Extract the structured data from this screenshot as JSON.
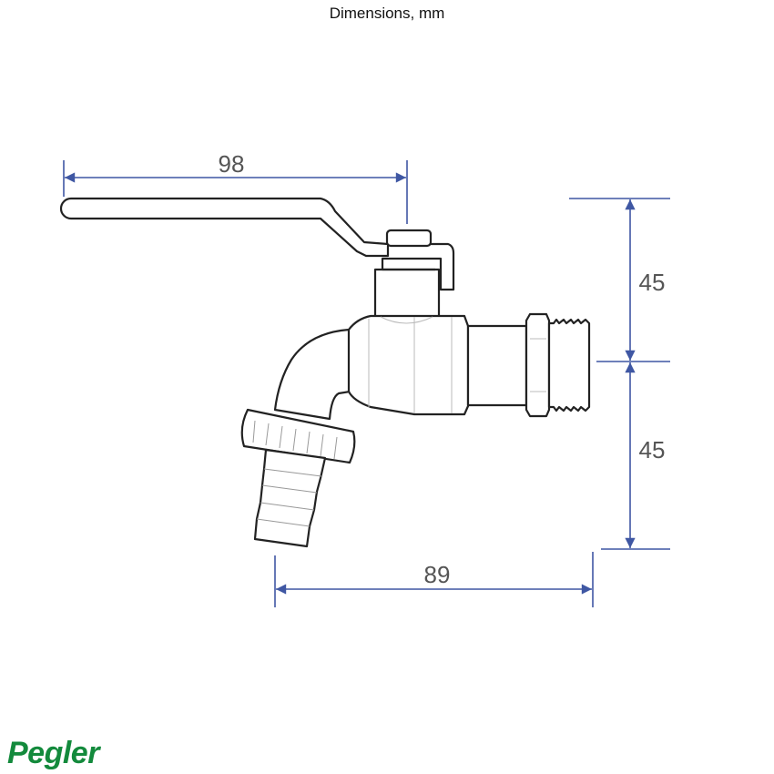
{
  "title": "Dimensions, mm",
  "dimensions": {
    "handle_length": "98",
    "upper_height": "45",
    "lower_height": "45",
    "depth": "89"
  },
  "logo": "Pegler",
  "colors": {
    "dimension_line": "#3f57a3",
    "outline": "#222222",
    "logo": "#138a3c"
  }
}
